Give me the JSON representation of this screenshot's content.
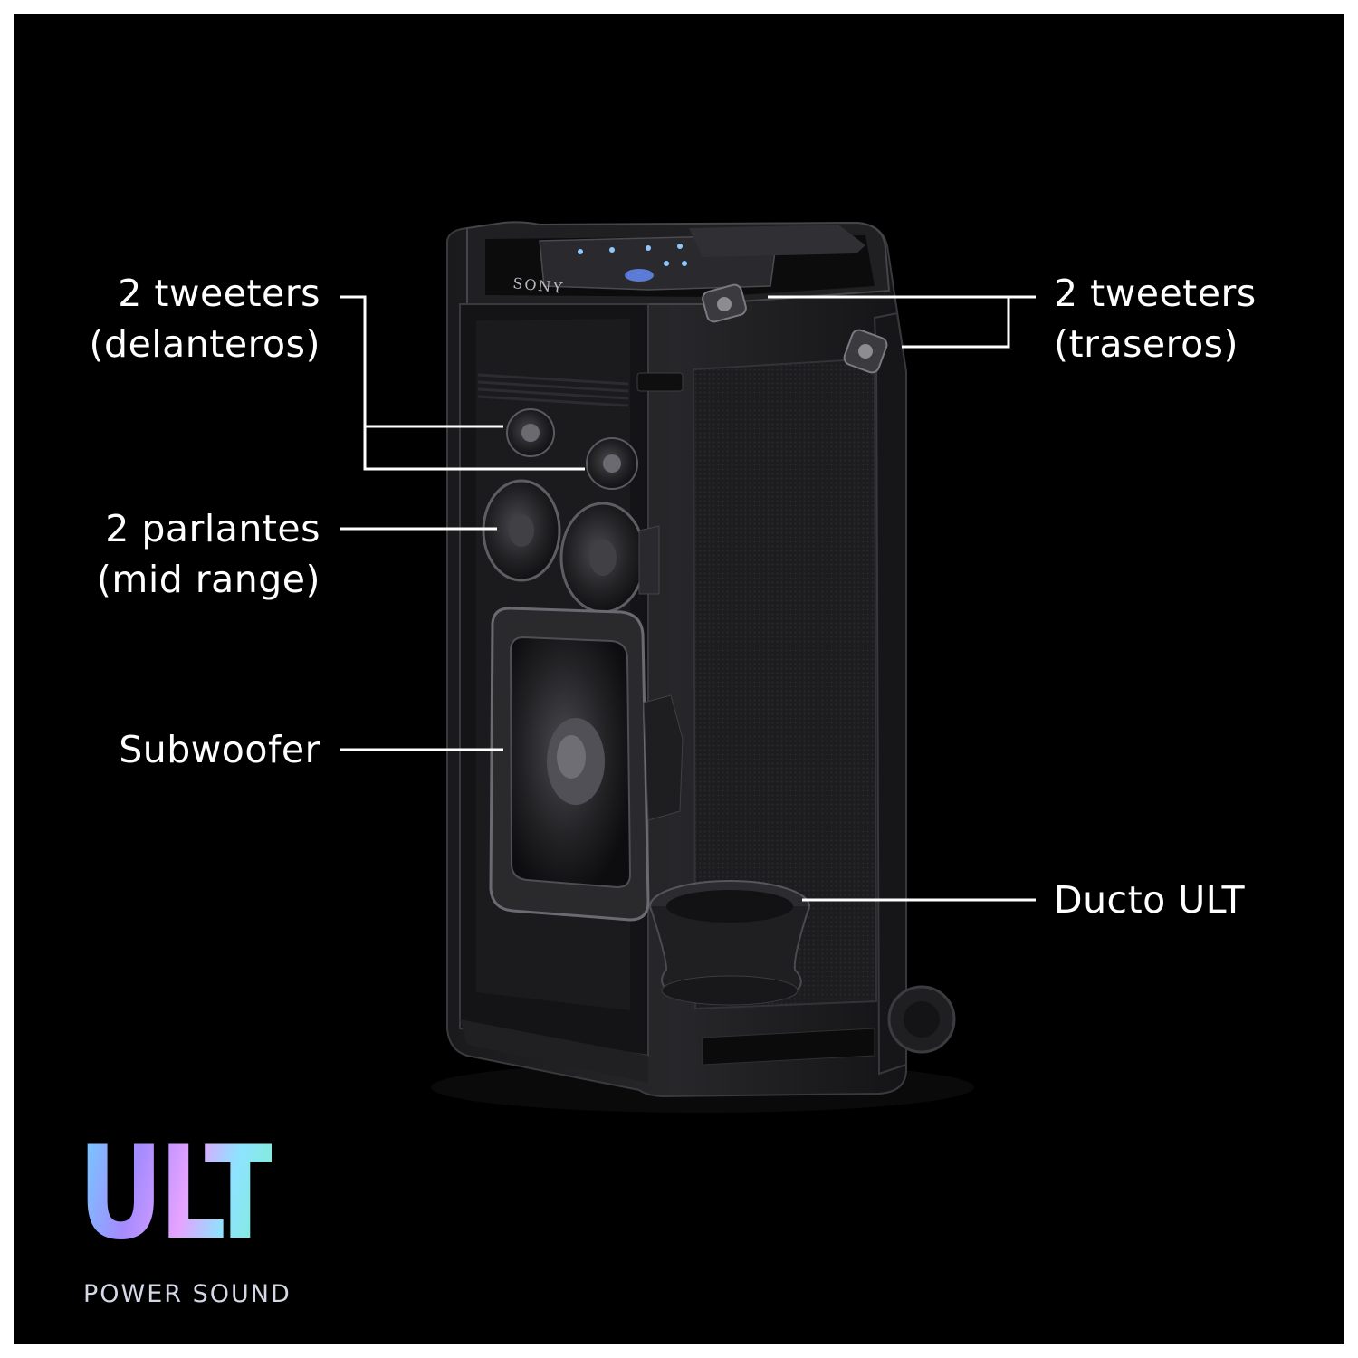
{
  "brand": "SONY",
  "labels": {
    "front_tweeters": {
      "line1": "2 tweeters",
      "line2": "(delanteros)"
    },
    "rear_tweeters": {
      "line1": "2 tweeters",
      "line2": "(traseros)"
    },
    "mid_range": {
      "line1": "2 parlantes",
      "line2": "(mid range)"
    },
    "subwoofer": {
      "line1": "Subwoofer"
    },
    "duct": {
      "line1": "Ducto ULT"
    }
  },
  "logo": {
    "main": "ULT",
    "sub": "POWER SOUND"
  },
  "colors": {
    "background": "#000000",
    "text": "#ffffff",
    "leader": "#ffffff",
    "speaker_body": "#1b1b1d"
  }
}
